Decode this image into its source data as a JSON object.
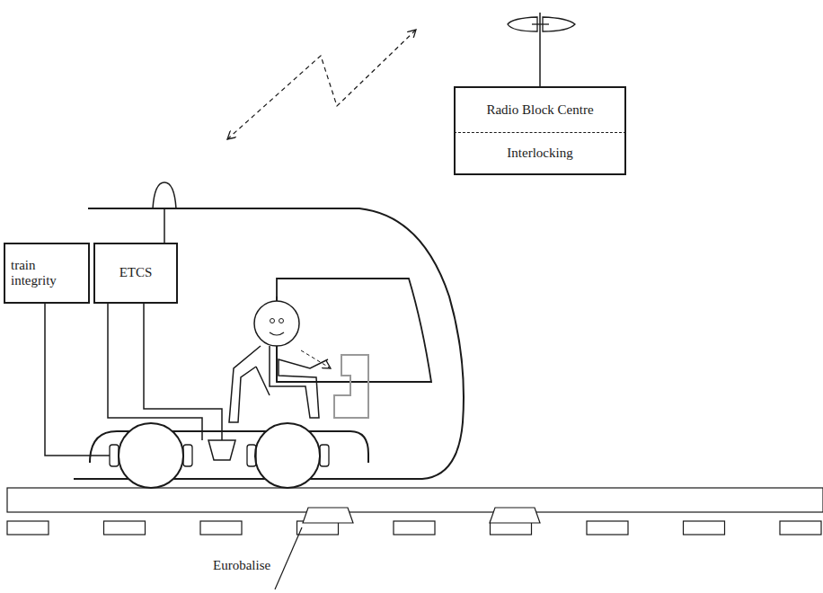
{
  "diagram": {
    "nodes": [
      {
        "text": [
          "Radio Block Centre"
        ]
      },
      {
        "text": [
          "Interlocking"
        ]
      },
      {
        "text": [
          "train integrity"
        ]
      },
      {
        "text": [
          "ETCS"
        ]
      }
    ],
    "labels": [
      "Eurobalise"
    ]
  }
}
